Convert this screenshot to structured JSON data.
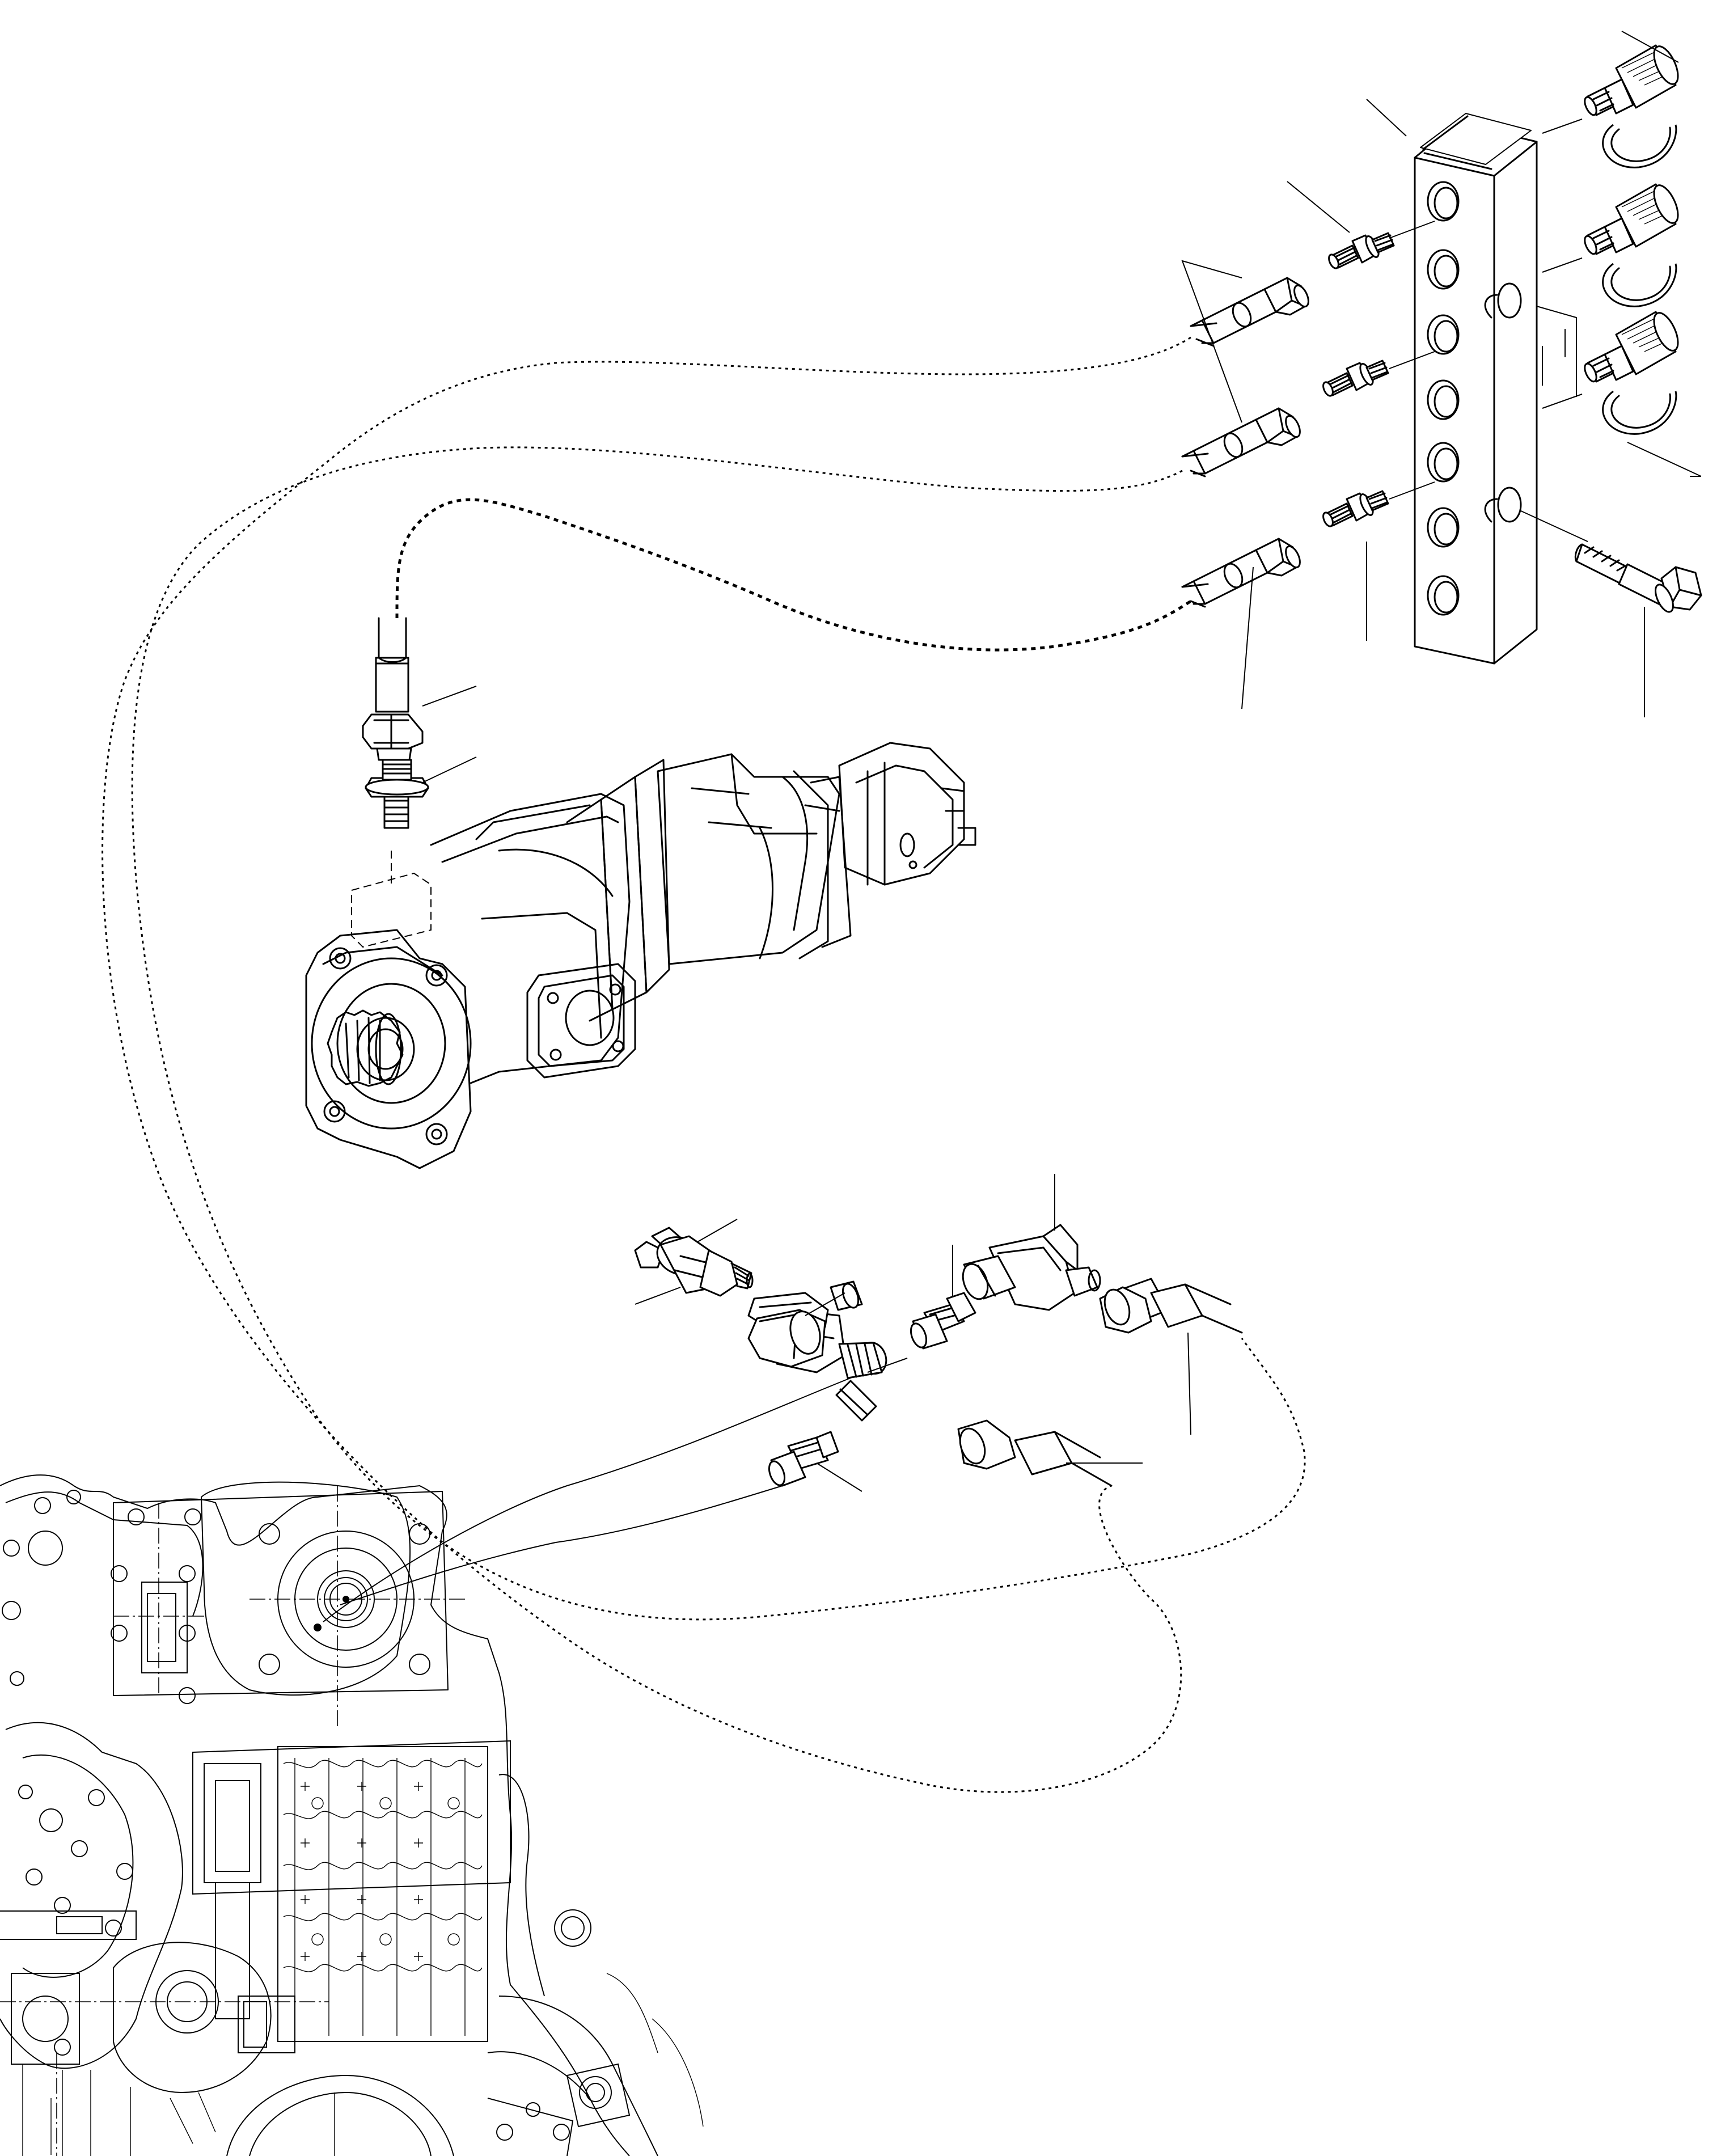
{
  "diagram": {
    "kind": "exploded parts diagram",
    "colors": {
      "line": "#000000",
      "background": "#ffffff"
    },
    "parts": [
      "test-point-manifold-block",
      "test-point-quick-coupler",
      "manifold-port-adapter",
      "hose-end-fitting",
      "hose-nut",
      "flange-bolt",
      "hydraulic-pump",
      "pump-adapter-fitting",
      "pressure-switch",
      "tee-fitting",
      "elbow-fitting",
      "straight-adapter",
      "transmission-housing"
    ]
  }
}
